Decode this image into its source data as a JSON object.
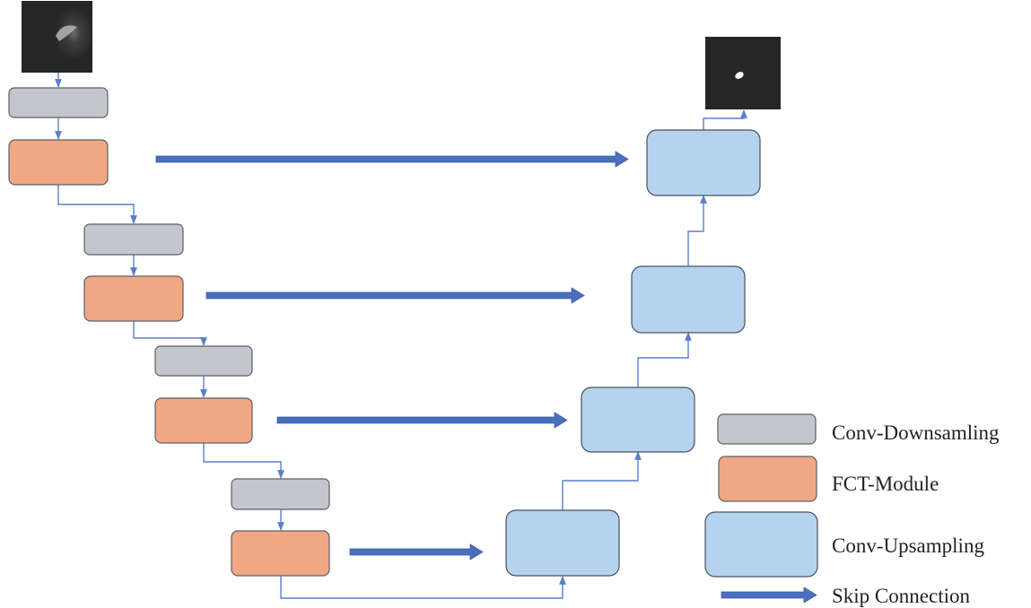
{
  "colors": {
    "downsample_fill": "#c3c6cb",
    "downsample_stroke": "#5b6068",
    "fct_fill": "#f0a783",
    "fct_stroke": "#5b6068",
    "upsample_fill": "#b4d3ee",
    "upsample_stroke": "#4a5060",
    "connector": "#5b7fc6",
    "skip_arrow": "#4a6fbd",
    "image_bg": "#282828"
  },
  "legend": {
    "downsampling": "Conv-Downsamling",
    "fct": "FCT-Module",
    "upsampling": "Conv-Upsampling",
    "skip": "Skip Connection"
  }
}
